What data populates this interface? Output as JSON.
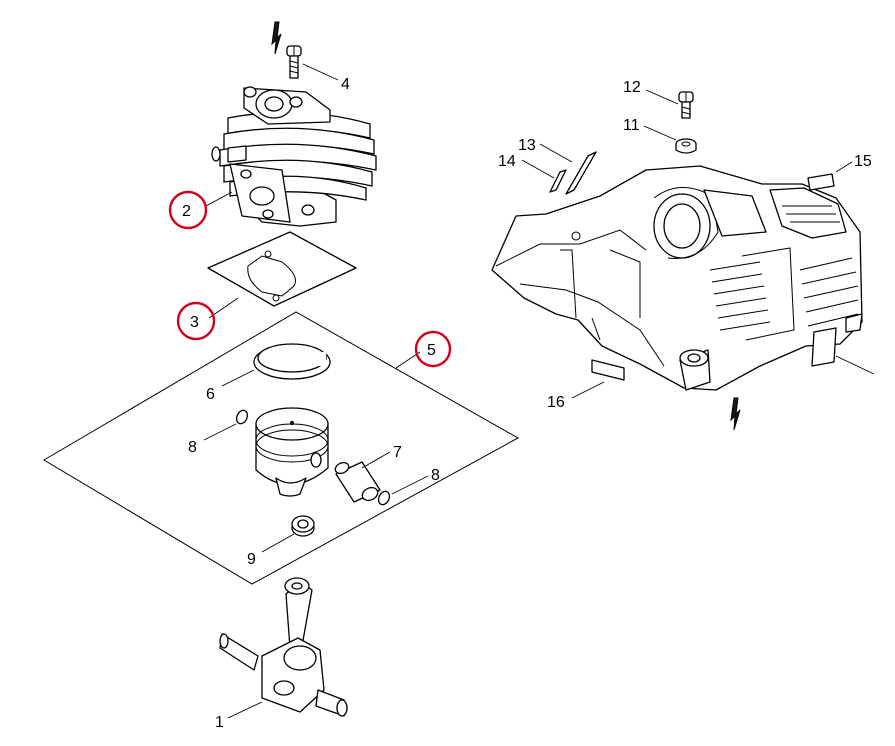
{
  "colors": {
    "line": "#000000",
    "background": "#ffffff",
    "highlight": "#d0021b"
  },
  "callouts": {
    "c1": "1",
    "c2": "2",
    "c3": "3",
    "c4": "4",
    "c5": "5",
    "c6": "6",
    "c7": "7",
    "c8a": "8",
    "c8b": "8",
    "c9": "9",
    "c11": "11",
    "c12": "12",
    "c13": "13",
    "c14": "14",
    "c15": "15",
    "c16": "16"
  },
  "highlighted_callouts": [
    "2",
    "3",
    "5"
  ]
}
